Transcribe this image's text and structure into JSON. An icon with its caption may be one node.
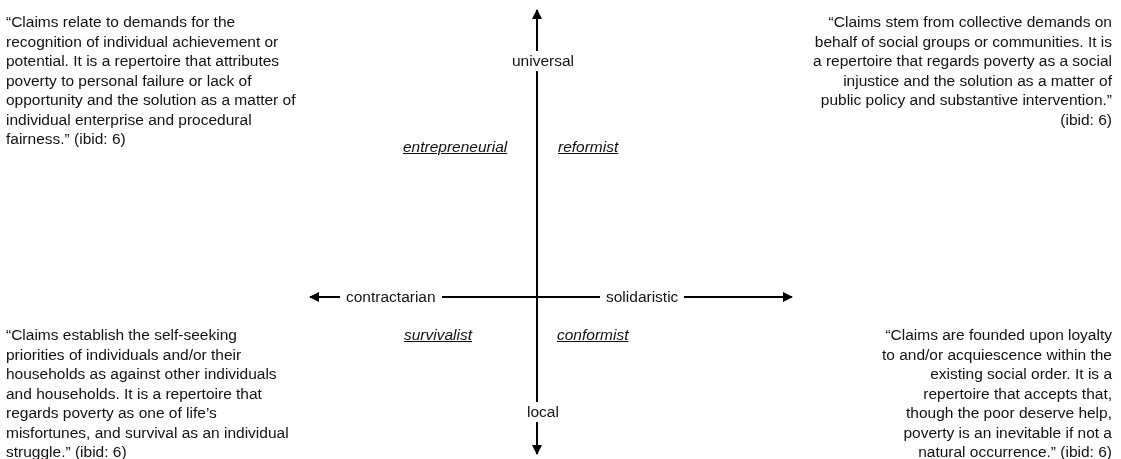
{
  "diagram": {
    "labels": [
      "“Claims relate to demands for the recognition of individual achievement or potential. It is a repertoire that attributes poverty to personal failure or lack of opportunity and the solution as a matter of individual enterprise and procedural fairness.” (ibid: 6)",
      "universal",
      "“Claims stem from collective demands on behalf of social groups or communities. It is a repertoire that regards poverty as a social injustice and the solution as a matter of public policy and substantive intervention.” (ibid: 6)",
      "entrepreneurial",
      "reformist",
      "contractarian",
      "solidaristic",
      "“Claims establish the self-seeking priorities of individuals and/or their households as against other individuals and households. It is a repertoire that regards poverty as one of life’s misfortunes, and survival as an individual struggle.” (ibid: 6)",
      "survivalist",
      "conformist",
      "local",
      "“Claims are founded upon loyalty to and/or acquiescence within the existing social order. It is a repertoire that accepts that, though the poor deserve help, poverty is an inevitable if not a natural occurrence.” (ibid: 6)"
    ]
  }
}
